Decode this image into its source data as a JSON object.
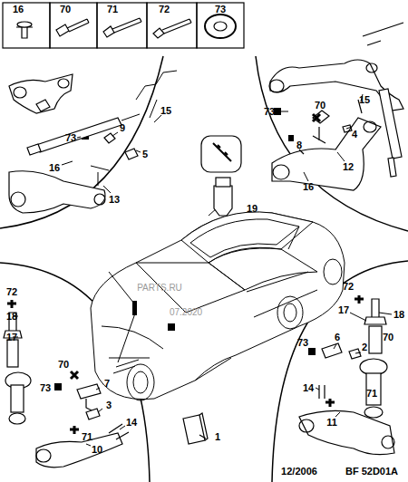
{
  "diagram": {
    "labels": [
      "16",
      "70",
      "71",
      "72",
      "73",
      "70",
      "15",
      "4",
      "73",
      "8",
      "12",
      "16",
      "9",
      "15",
      "73",
      "16",
      "5",
      "13",
      "19",
      "PARTS.RU",
      "07.2020",
      "72",
      "18",
      "17",
      "70",
      "73",
      "7",
      "3",
      "71",
      "14",
      "10",
      "72",
      "18",
      "17",
      "73",
      "6",
      "70",
      "2",
      "14",
      "71",
      "11",
      "1",
      "12/2006",
      "BF 52D01A"
    ]
  }
}
